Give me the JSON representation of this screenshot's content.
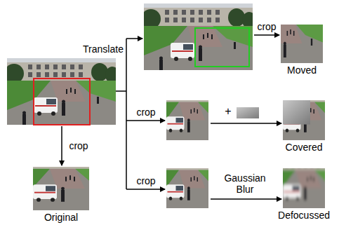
{
  "diagram": {
    "nodes": [
      {
        "text": [
          "Moved"
        ]
      },
      {
        "text": [
          "Covered"
        ]
      },
      {
        "text": [
          "Defocussed"
        ]
      },
      {
        "text": [
          "Original"
        ]
      }
    ],
    "labels": [
      "Translate",
      "crop",
      "crop",
      "+",
      "crop",
      "Gaussian Blur",
      "crop"
    ]
  }
}
